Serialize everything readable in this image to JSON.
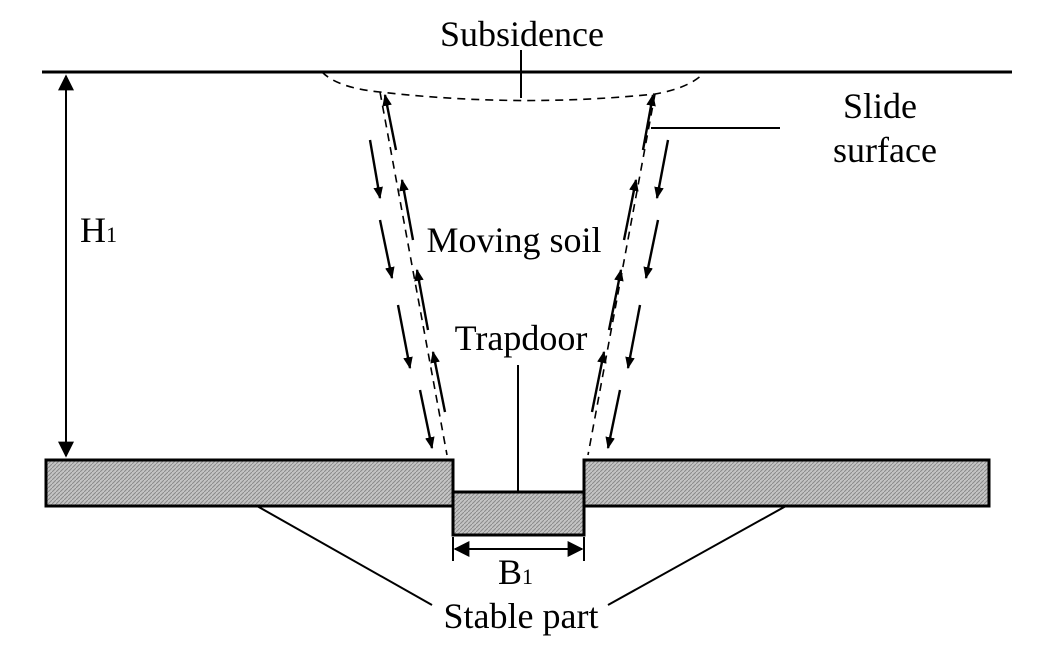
{
  "labels": {
    "subsidence": "Subsidence",
    "slide_surface_line1": "Slide",
    "slide_surface_line2": "surface",
    "height_main": "H",
    "height_sub": "1",
    "moving_soil": "Moving soil",
    "trapdoor": "Trapdoor",
    "width_main": "B",
    "width_sub": "1",
    "stable_part": "Stable part"
  },
  "colors": {
    "line": "#000000",
    "hatch_fill": "#bdbdbd",
    "background": "#ffffff"
  }
}
